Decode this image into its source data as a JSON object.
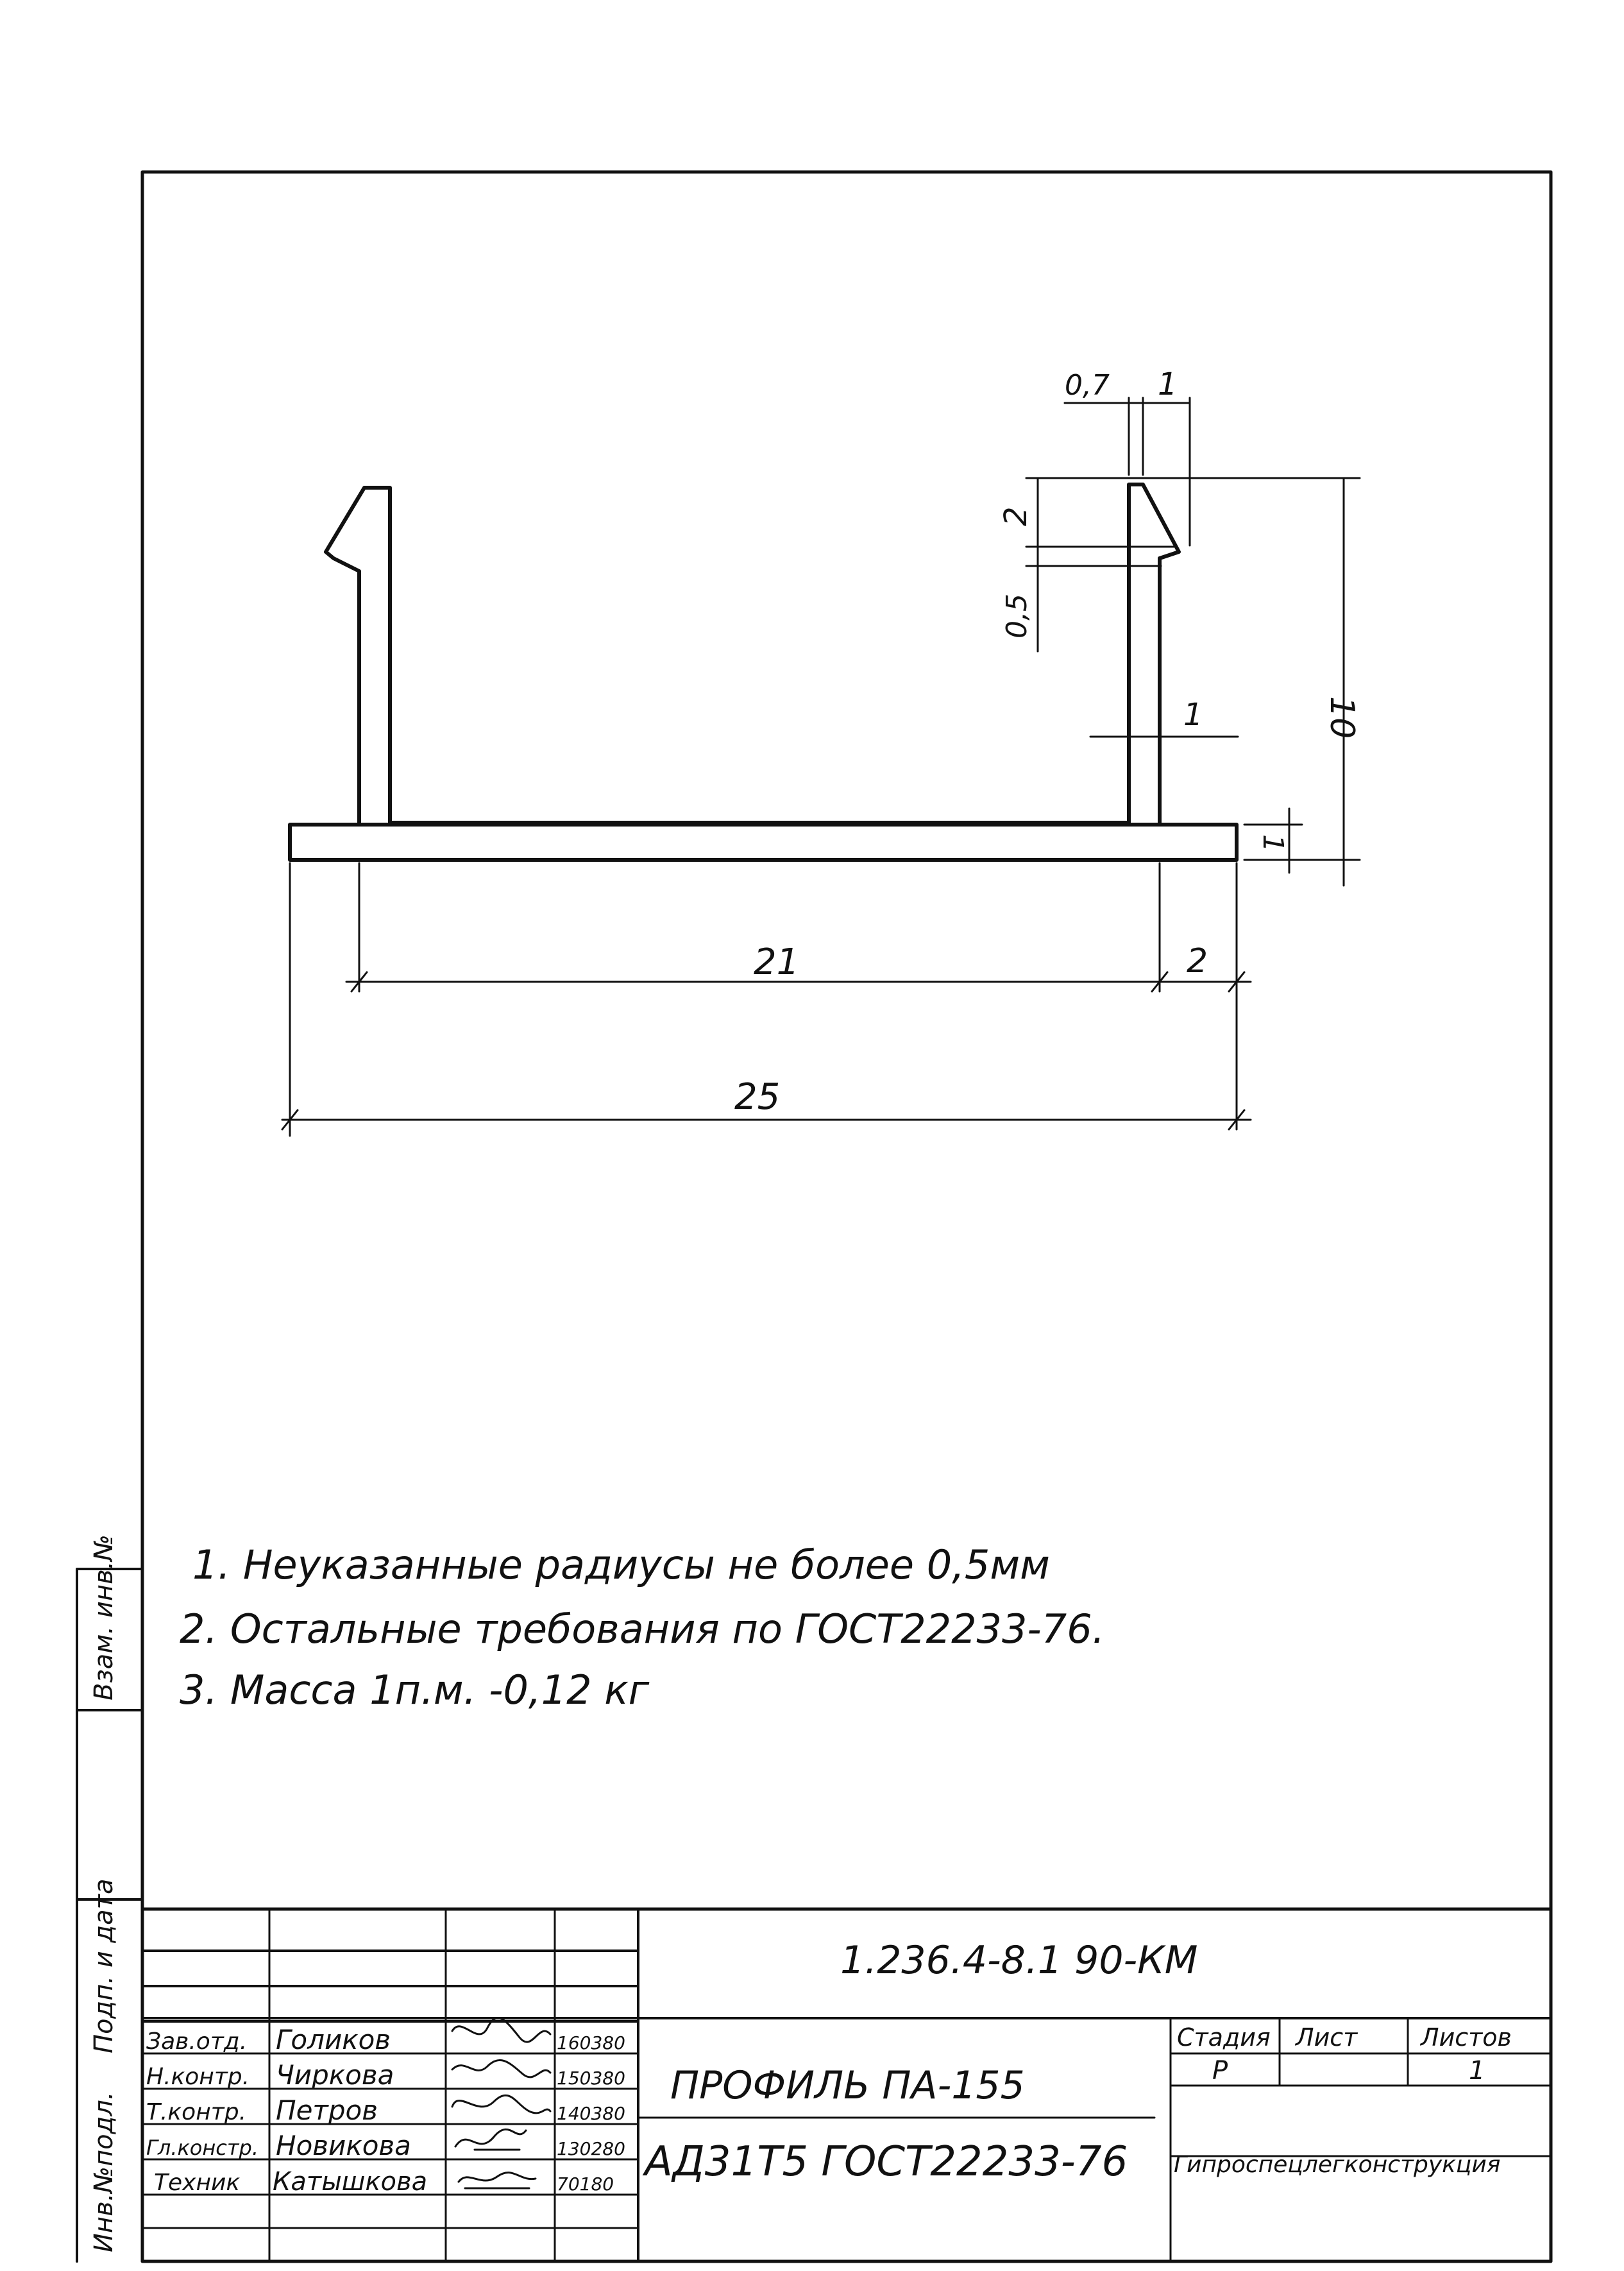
{
  "dimensions": {
    "d_0_7": "0,7",
    "d_1_top": "1",
    "d_2_left": "2",
    "d_0_5": "0,5",
    "d_10": "10",
    "d_1_wall": "1",
    "d_1_base": "1",
    "d_21": "21",
    "d_2_bottom": "2",
    "d_25": "25"
  },
  "notes": [
    "1. Неуказанные радиусы не более 0,5мм",
    "2. Остальные требования по ГОСТ22233-76.",
    "3. Масса 1п.м. -0,12 кг"
  ],
  "side_labels": {
    "inv_orig": "Инв.№подл.",
    "sign_date": "Подп. и дата",
    "swap_inv": "Взам. инв.№"
  },
  "title_block": {
    "doc_code": "1.236.4-8.1 90-КМ",
    "part_name": "ПРОФИЛЬ ПА-155",
    "material": "АД31Т5 ГОСТ22233-76",
    "org": "Гипроспецлегконструкция",
    "stage_label": "Стадия",
    "sheet_label": "Лист",
    "sheets_label": "Листов",
    "stage_value": "Р",
    "sheet_value": "",
    "sheets_value": "1",
    "rows": [
      {
        "role": "Зав.отд.",
        "name": "Голиков",
        "date": "160380"
      },
      {
        "role": "Н.контр.",
        "name": "Чиркова",
        "date": "150380"
      },
      {
        "role": "Т.контр.",
        "name": "Петров",
        "date": "140380"
      },
      {
        "role": "Гл.констр.",
        "name": "Новикова",
        "date": "130280"
      },
      {
        "role": "Техник",
        "name": "Катышкова",
        "date": "70180"
      }
    ]
  }
}
